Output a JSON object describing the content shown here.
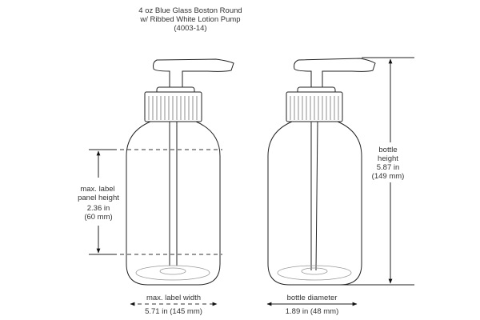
{
  "title": {
    "line1": "4 oz Blue Glass Boston Round",
    "line2": "w/ Ribbed White Lotion Pump",
    "line3": "(4003-14)"
  },
  "label_panel": {
    "line1": "max. label",
    "line2": "panel height",
    "value_in": "2.36 in",
    "value_mm": "(60 mm)"
  },
  "label_width": {
    "label": "max. label width",
    "value": "5.71 in (145 mm)"
  },
  "diameter": {
    "label": "bottle diameter",
    "value": "1.89 in (48 mm)"
  },
  "height": {
    "line1": "bottle",
    "line2": "height",
    "value_in": "5.87 in",
    "value_mm": "(149 mm)"
  }
}
